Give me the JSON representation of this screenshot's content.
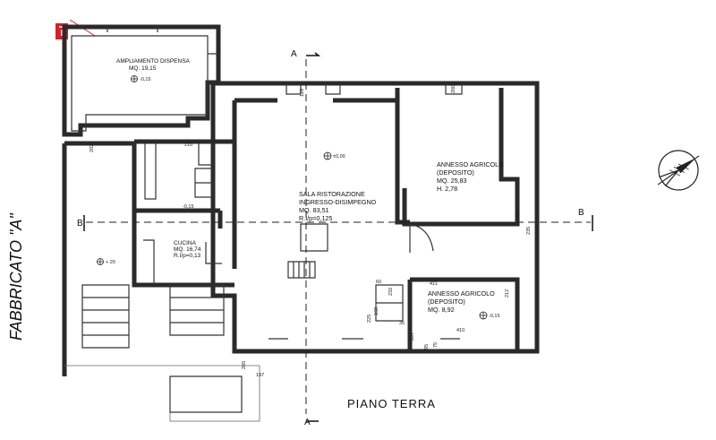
{
  "building_label": "FABBRICATO \"A\"",
  "floor_label": "PIANO TERRA",
  "sections": {
    "a_top": "A",
    "a_bottom": "A",
    "b_left": "B",
    "b_right": "B"
  },
  "rooms": {
    "sala": {
      "name": "SALA RISTORAZIONE",
      "sub": "INGRESSO-DISIMPEGNO",
      "area": "MQ. 83,51",
      "ratio": "R.I/p=0,125"
    },
    "annesso_1": {
      "name": "ANNESSO AGRICOLO",
      "sub": "(DEPOSITO)",
      "area": "MQ. 25,83",
      "height": "H. 2,78"
    },
    "annesso_2": {
      "name": "ANNESSO AGRICOLO",
      "sub": "(DEPOSITO)",
      "area": "MQ. 8,92"
    },
    "cucina": {
      "name": "CUCINA",
      "area": "MQ. 16,74",
      "ratio": "R.I/p=0,13"
    },
    "ampliamento": {
      "name": "AMPLIAMENTO DISPENSA",
      "area": "MQ. 19,15"
    }
  },
  "levels": {
    "sala": "±0,00",
    "annesso_2": "-0,15",
    "cucina": "-0,15",
    "ampliamento": "-0,15",
    "outside": "+ 20"
  },
  "dimensions": [
    "128",
    "200",
    "240",
    "235",
    "212",
    "411",
    "410",
    "232",
    "60",
    "168",
    "207",
    "35",
    "225",
    "210",
    "202",
    "197",
    "265",
    "75",
    "95"
  ],
  "colors": {
    "line": "#2a2a2a",
    "paper": "#ffffff",
    "logo": "#d61f2c"
  }
}
